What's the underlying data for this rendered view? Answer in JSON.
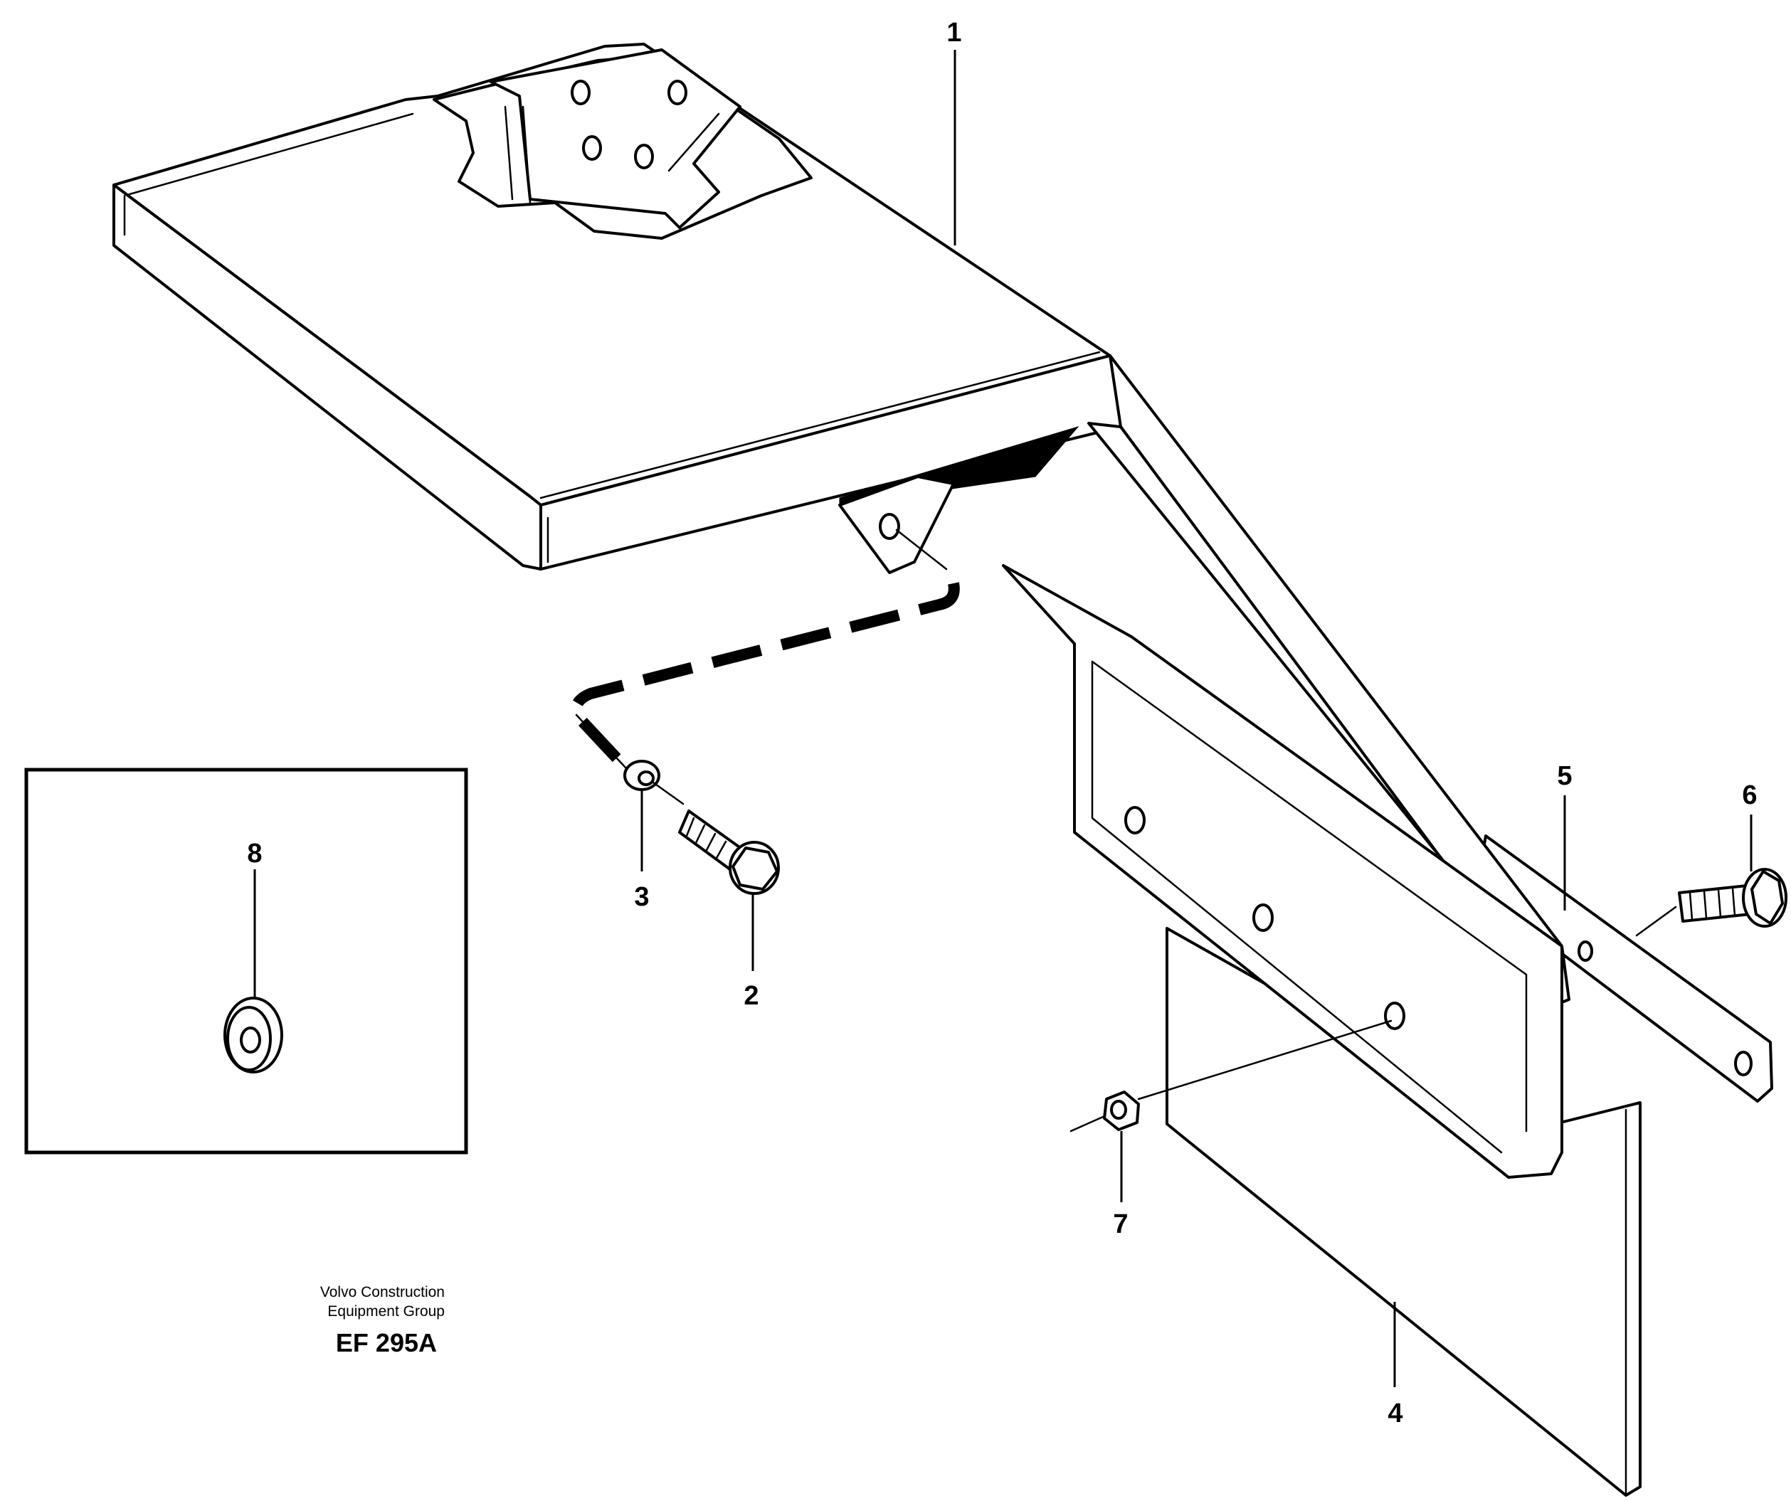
{
  "callouts": [
    {
      "id": "1",
      "label": "1"
    },
    {
      "id": "2",
      "label": "2"
    },
    {
      "id": "3",
      "label": "3"
    },
    {
      "id": "4",
      "label": "4"
    },
    {
      "id": "5",
      "label": "5"
    },
    {
      "id": "6",
      "label": "6"
    },
    {
      "id": "7",
      "label": "7"
    },
    {
      "id": "8",
      "label": "8"
    }
  ],
  "caption": {
    "line1": "Volvo Construction",
    "line2": "Equipment Group",
    "code": "EF 295A"
  }
}
